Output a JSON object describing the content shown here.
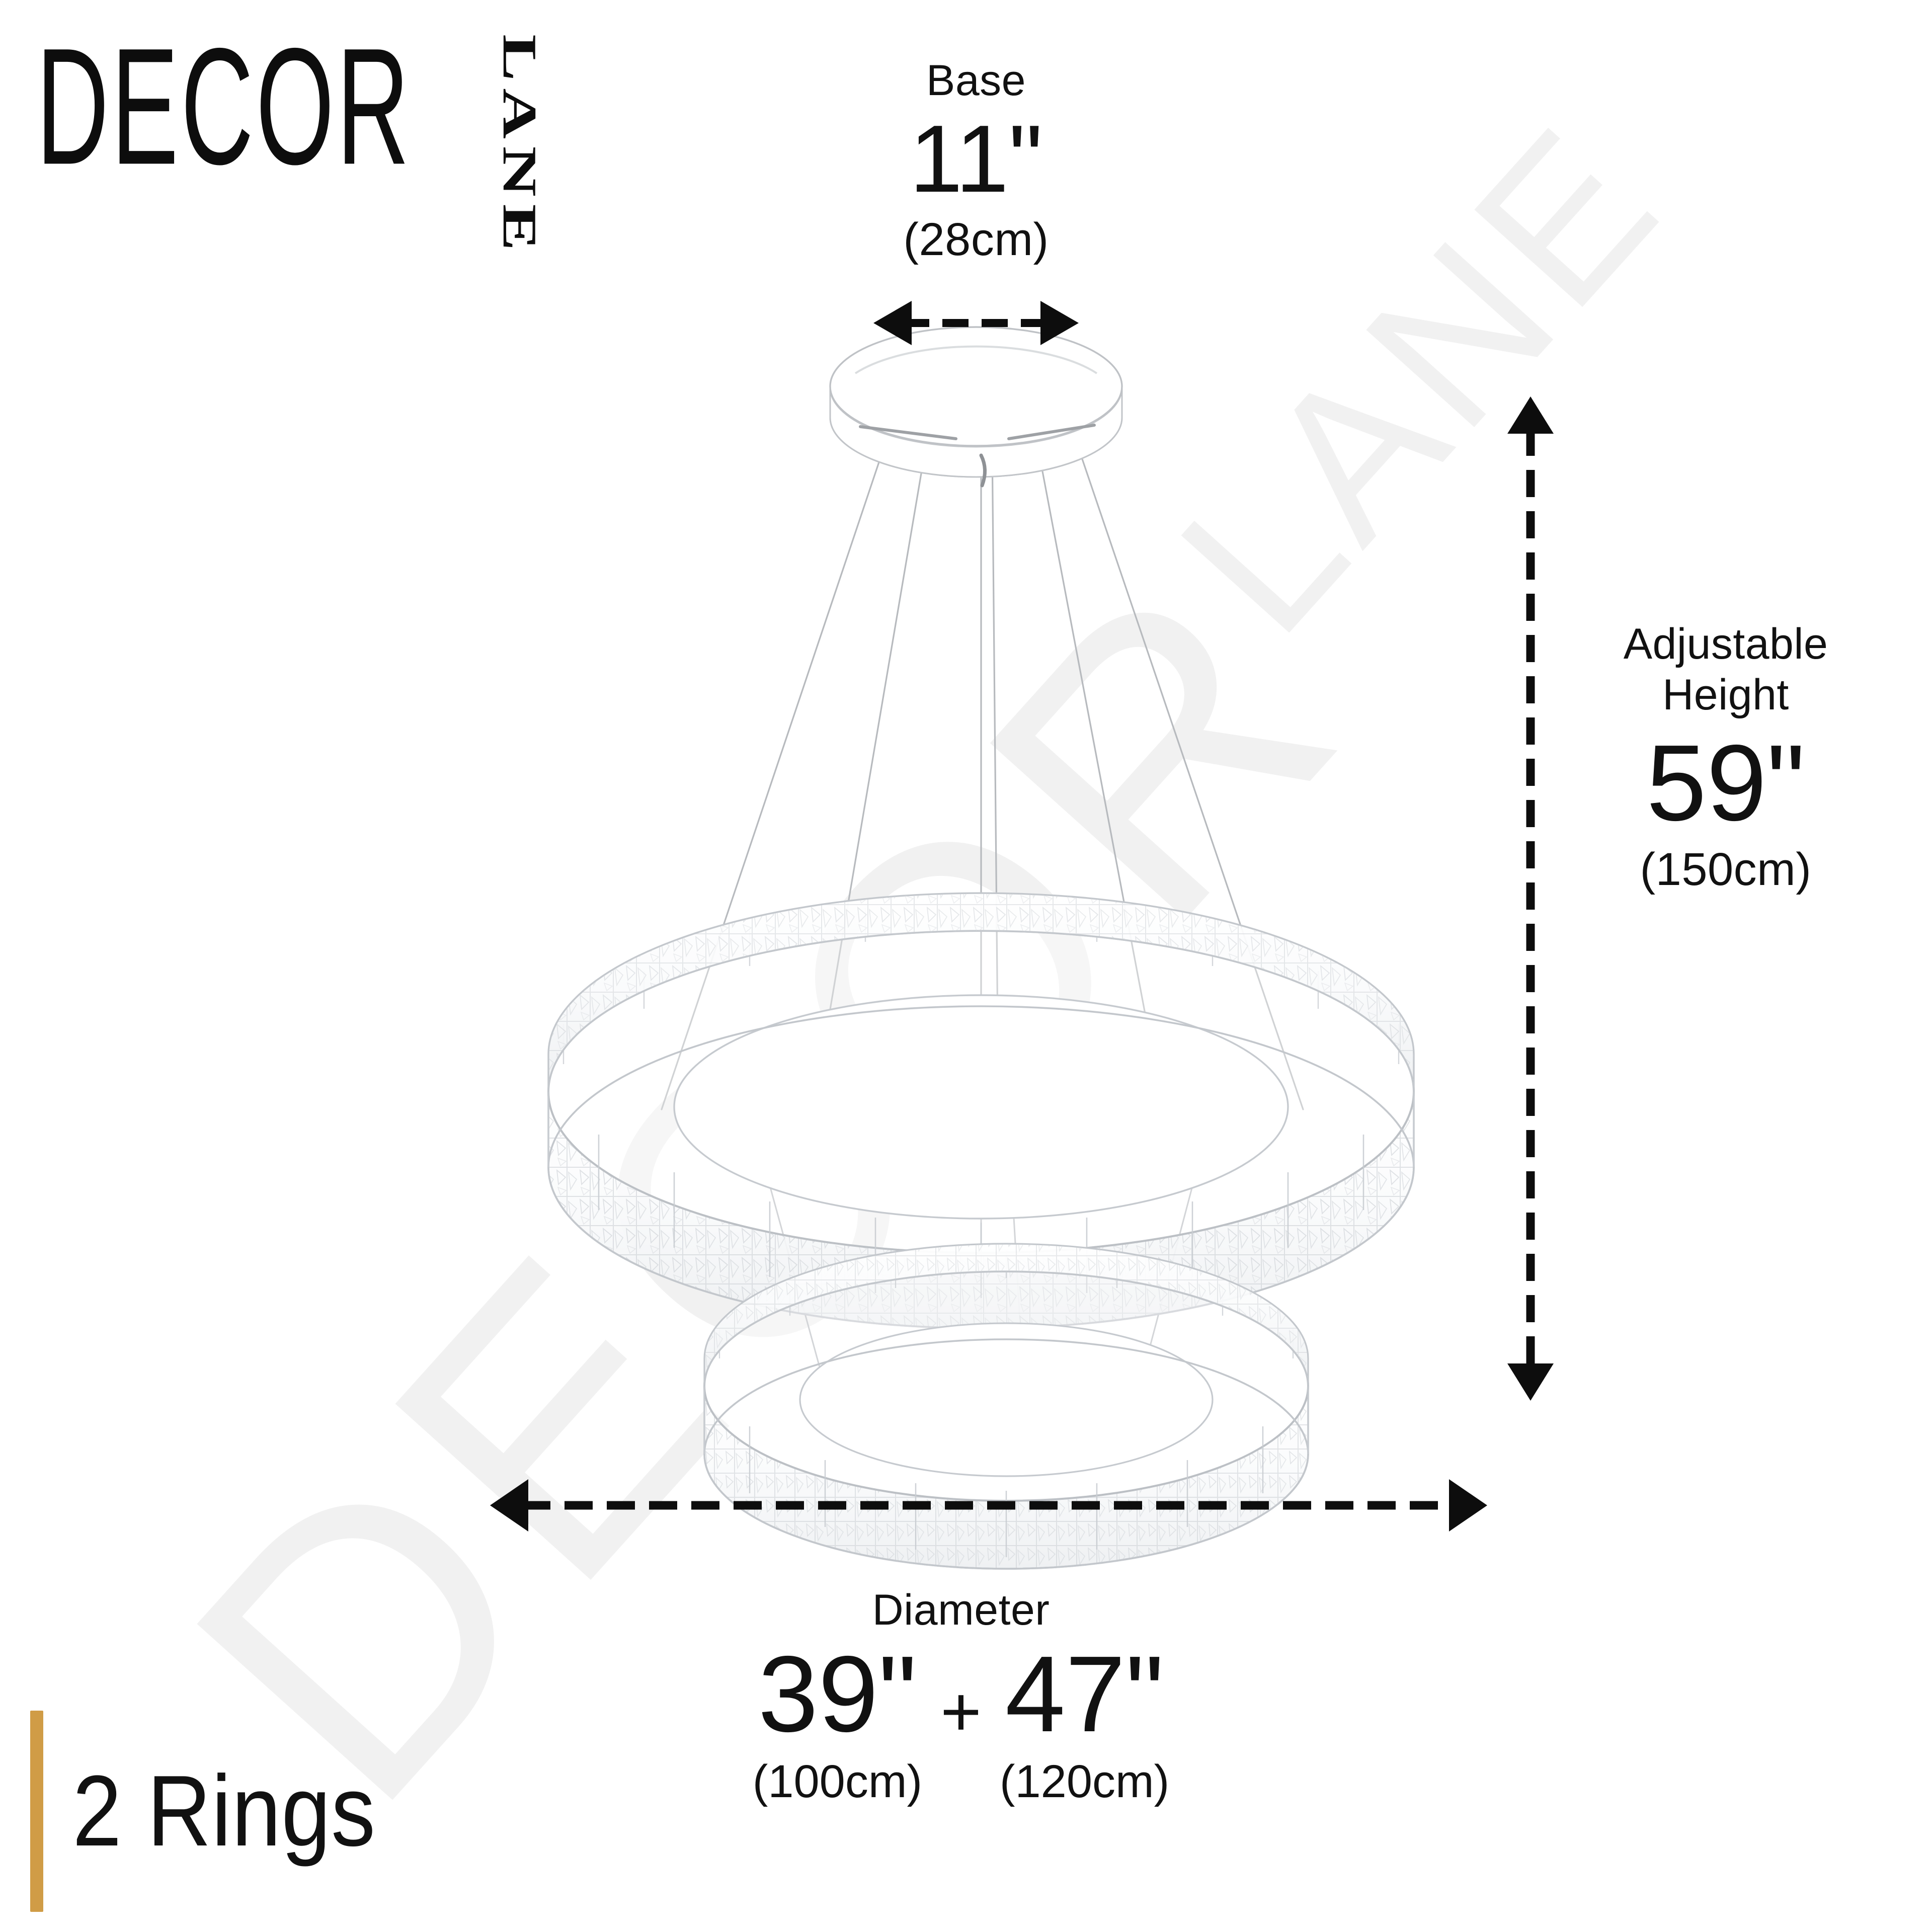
{
  "brand": {
    "primary": "DECOR",
    "secondary": "LANE",
    "watermark_primary": "DECOR",
    "watermark_secondary": "LANE"
  },
  "colors": {
    "accent_gold": "#d09c46",
    "ink": "#111111",
    "watermark": "#f1f1f1",
    "fixture_line": "#b9bcc0"
  },
  "dimensions": {
    "base": {
      "label": "Base",
      "value_in": "11\"",
      "value_cm": "(28cm)"
    },
    "height": {
      "label_line1": "Adjustable",
      "label_line2": "Height",
      "value_in": "59\"",
      "value_cm": "(150cm)"
    },
    "diameter": {
      "label": "Diameter",
      "separator": "+",
      "rings": [
        {
          "value_in": "39\"",
          "value_cm": "(100cm)"
        },
        {
          "value_in": "47\"",
          "value_cm": "(120cm)"
        }
      ]
    }
  },
  "variant": {
    "label": "2 Rings"
  },
  "product": {
    "type": "two-ring crystal LED pendant chandelier",
    "ring_count": 2
  }
}
